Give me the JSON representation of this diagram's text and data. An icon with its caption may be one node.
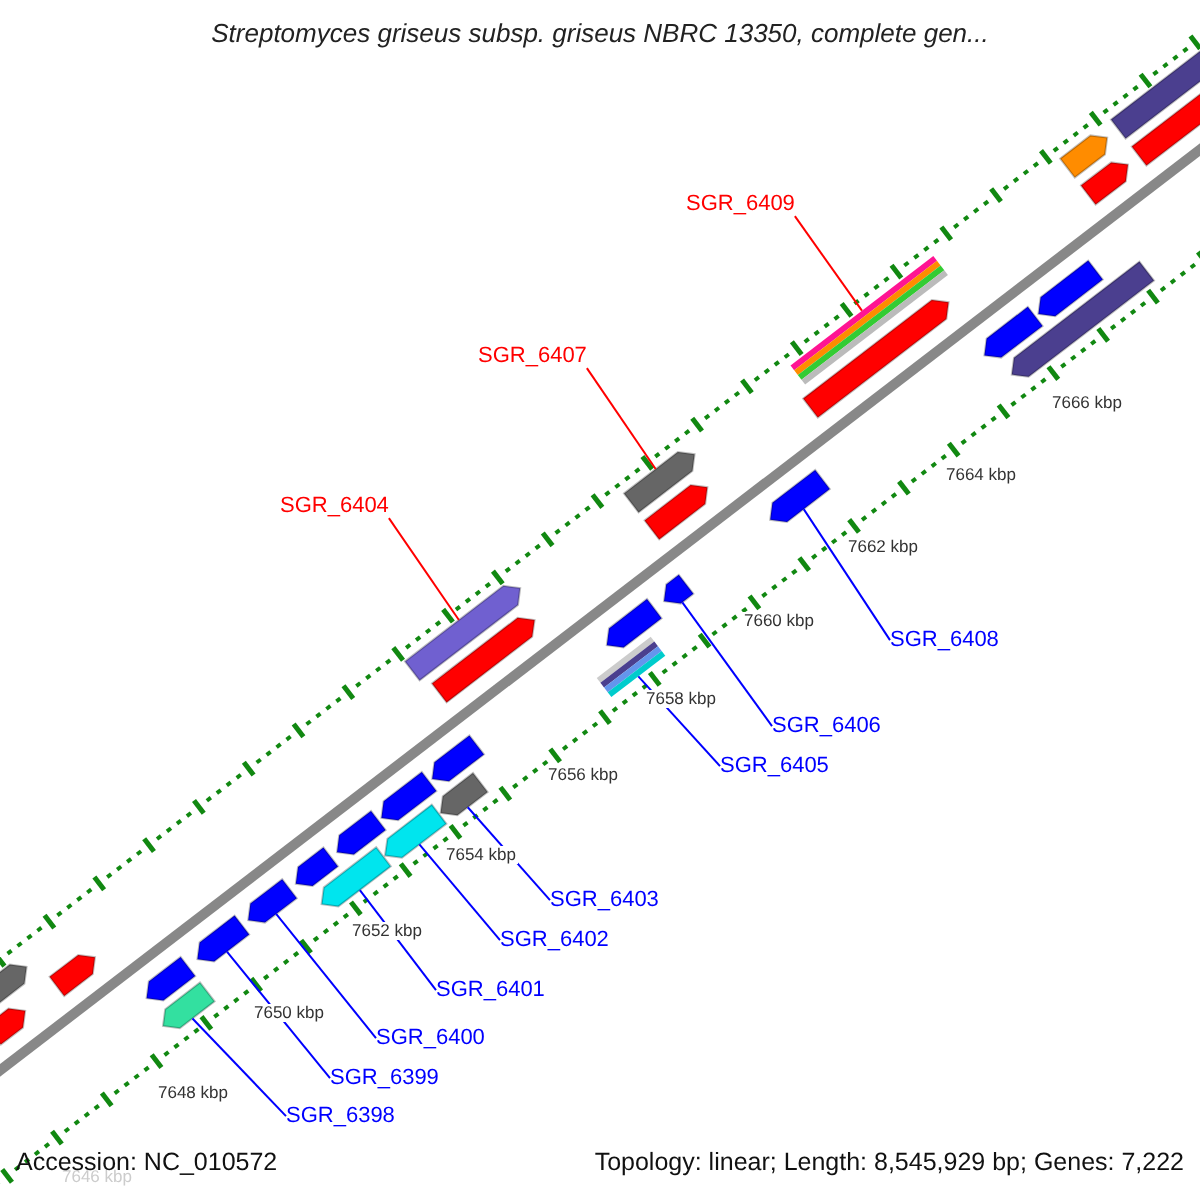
{
  "diagram": {
    "title": "Streptomyces griseus subsp. griseus NBRC 13350, complete gen...",
    "nodes": [
      {
        "text": [
          "SGR_6409"
        ]
      },
      {
        "text": [],
        "shape": "bar"
      },
      {
        "text": [
          "SGR_6407"
        ]
      },
      {
        "text": [],
        "shape": "bar"
      },
      {
        "text": [
          "SGR_6404"
        ]
      },
      {
        "text": [],
        "shape": "bar"
      },
      {
        "text": [
          "SGR_6408"
        ]
      },
      {
        "text": [],
        "shape": "bar"
      },
      {
        "text": [
          "SGR_6406"
        ]
      },
      {
        "text": [],
        "shape": "bar"
      },
      {
        "text": [
          "SGR_6405"
        ]
      },
      {
        "text": [],
        "shape": "bar"
      },
      {
        "text": [
          "SGR_6403"
        ]
      },
      {
        "text": [],
        "shape": "bar"
      },
      {
        "text": [
          "SGR_6402"
        ]
      },
      {
        "text": [],
        "shape": "bar"
      },
      {
        "text": [
          "SGR_6401"
        ]
      },
      {
        "text": [],
        "shape": "bar"
      },
      {
        "text": [
          "SGR_6400"
        ]
      },
      {
        "text": [],
        "shape": "bar"
      },
      {
        "text": [
          "SGR_6399"
        ]
      },
      {
        "text": [],
        "shape": "bar"
      },
      {
        "text": [
          "SGR_6398"
        ]
      },
      {
        "text": [],
        "shape": "bar"
      },
      {
        "text": [],
        "shape": "bar"
      },
      {
        "text": [],
        "shape": "bar"
      },
      {
        "text": [],
        "shape": "bar"
      },
      {
        "text": [],
        "shape": "bar"
      },
      {
        "text": [],
        "shape": "bar"
      },
      {
        "text": [],
        "shape": "bar"
      },
      {
        "text": [],
        "shape": "bar"
      },
      {
        "text": [],
        "shape": "bar"
      },
      {
        "text": [],
        "shape": "bar"
      },
      {
        "text": [],
        "shape": "bar"
      },
      {
        "text": [],
        "shape": "bar"
      },
      {
        "text": [],
        "shape": "bar"
      },
      {
        "text": [],
        "shape": "bar"
      },
      {
        "text": [],
        "shape": "bar"
      },
      {
        "text": [],
        "shape": "bar"
      },
      {
        "text": [],
        "shape": "bar"
      },
      {
        "text": [],
        "shape": "bar"
      },
      {
        "text": [],
        "shape": "bar"
      },
      {
        "text": [],
        "shape": "bar"
      }
    ],
    "edges": [
      {
        "from": 0,
        "to": 1,
        "arrow": "none",
        "color": "#ff0000"
      },
      {
        "from": 2,
        "to": 3,
        "arrow": "none",
        "color": "#ff0000"
      },
      {
        "from": 4,
        "to": 5,
        "arrow": "none",
        "color": "#ff0000"
      },
      {
        "from": 6,
        "to": 7,
        "arrow": "none"
      },
      {
        "from": 8,
        "to": 9,
        "arrow": "none"
      },
      {
        "from": 10,
        "to": 11,
        "arrow": "none"
      },
      {
        "from": 12,
        "to": 13,
        "arrow": "none"
      },
      {
        "from": 14,
        "to": 15,
        "arrow": "none"
      },
      {
        "from": 16,
        "to": 17,
        "arrow": "none"
      },
      {
        "from": 18,
        "to": 19,
        "arrow": "none"
      },
      {
        "from": 20,
        "to": 21,
        "arrow": "none"
      },
      {
        "from": 22,
        "to": 23,
        "arrow": "none"
      }
    ],
    "labels": [
      "7666 kbp",
      "7664 kbp",
      "7662 kbp",
      "7660 kbp",
      "7658 kbp",
      "7656 kbp",
      "7654 kbp",
      "7652 kbp",
      "7650 kbp",
      "7648 kbp",
      "7646 kbp",
      "Accession: NC_010572",
      "Topology: linear; Length: 8,545,929 bp; Genes: 7,222"
    ]
  }
}
